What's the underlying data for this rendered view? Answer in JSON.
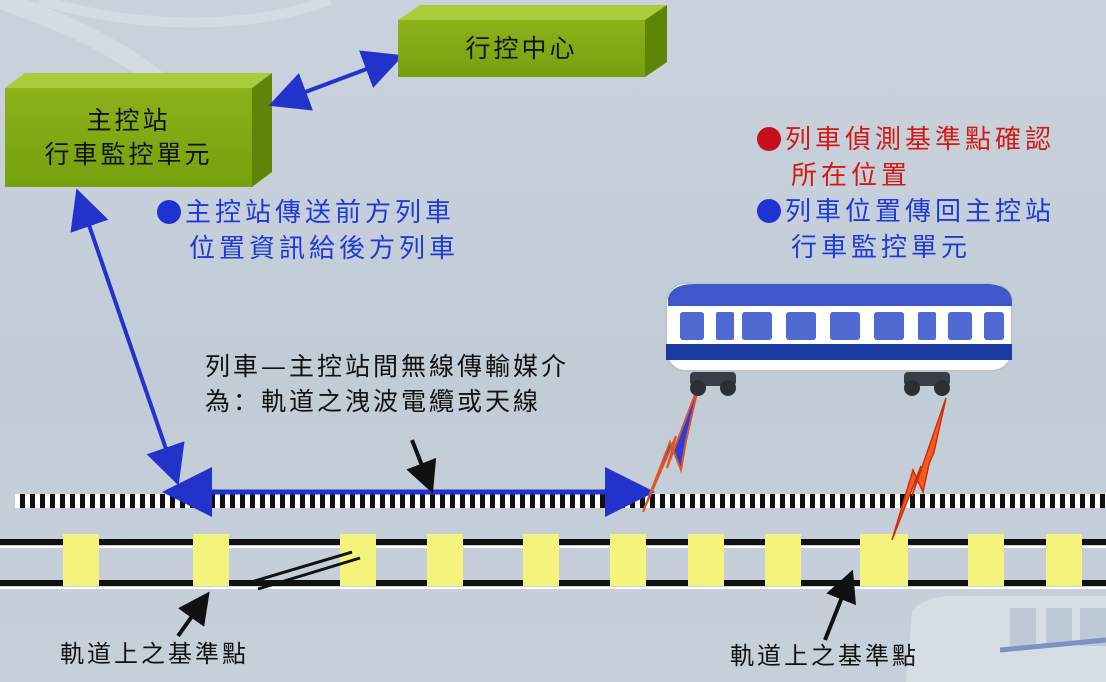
{
  "boxes": {
    "control_center": "行控中心",
    "main_station_line1": "主控站",
    "main_station_line2": "行車監控單元"
  },
  "notes": {
    "station_sends_line1": "主控站傳送前方列車",
    "station_sends_line2": "位置資訊給後方列車",
    "train_detect_line1": "列車偵測基準點確認",
    "train_detect_line2": "所在位置",
    "train_report_line1": "列車位置傳回主控站",
    "train_report_line2": "行車監控單元",
    "medium_line1": "列車—主控站間無線傳輸媒介",
    "medium_line2": "為：軌道之洩波電纜或天線"
  },
  "labels": {
    "marker_left": "軌道上之基準點",
    "marker_right": "軌道上之基準點"
  },
  "colors": {
    "box_green": "#7ea512",
    "arrow_blue": "#2233cc",
    "note_blue": "#1f3bd6",
    "note_red": "#d21a12",
    "marker_yellow": "#f4f47c"
  }
}
